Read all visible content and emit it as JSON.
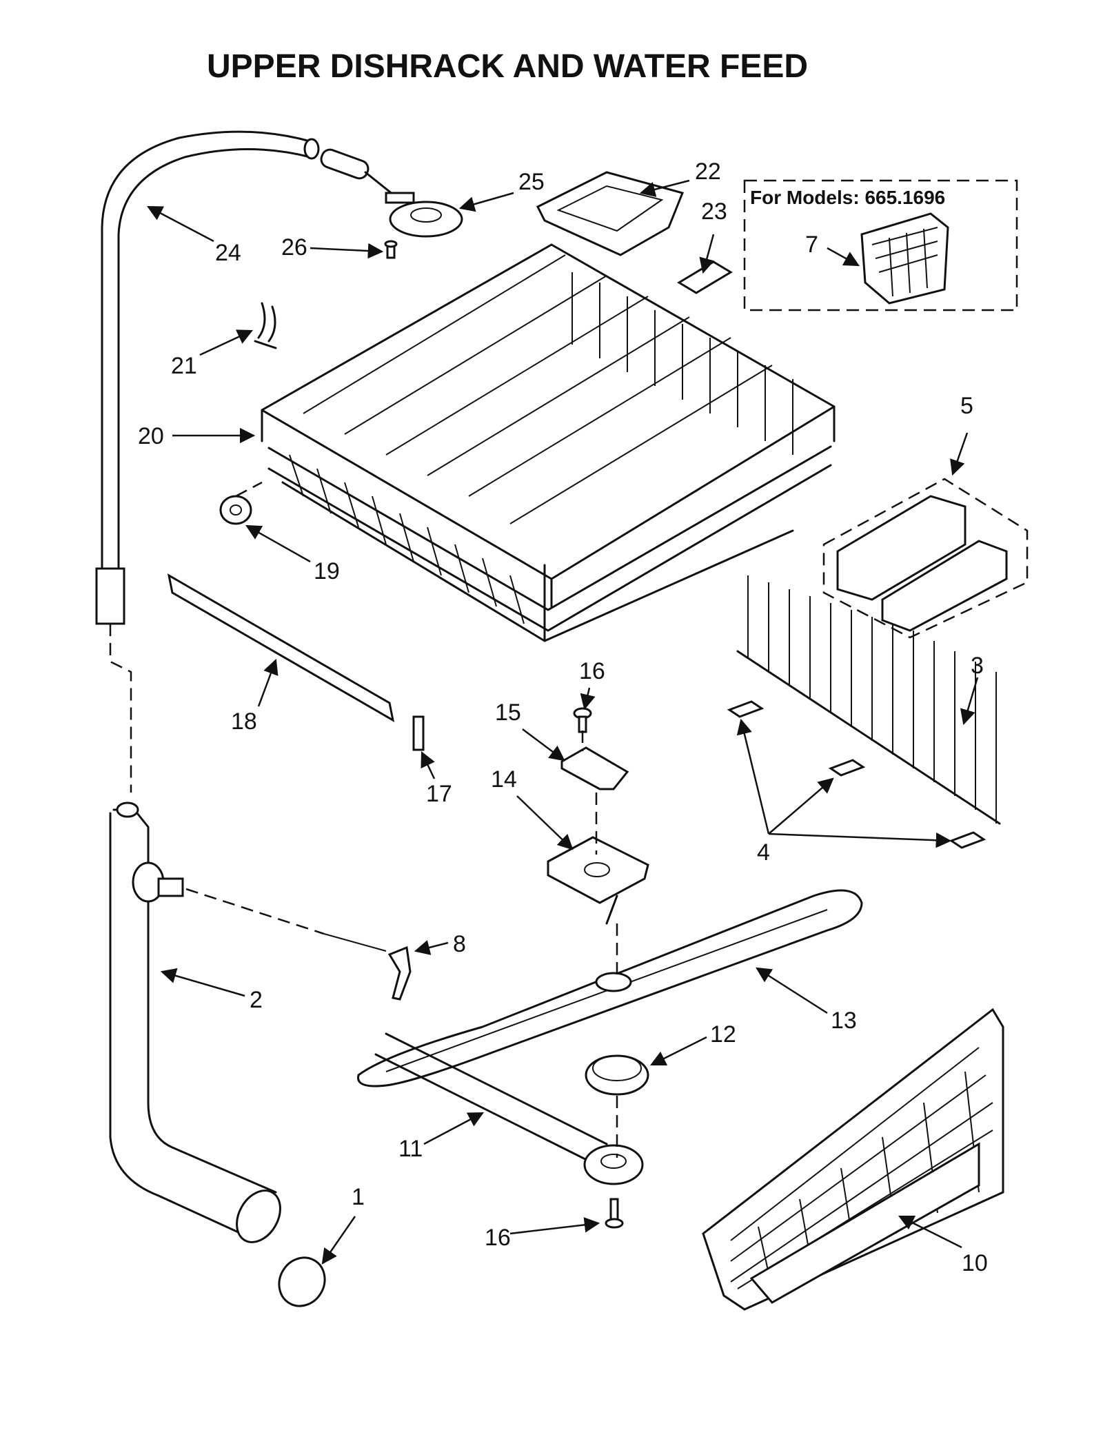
{
  "title": "UPPER DISHRACK AND WATER FEED",
  "models_box": {
    "label": "For Models: 665.1696"
  },
  "callouts": [
    "1",
    "2",
    "3",
    "4",
    "5",
    "7",
    "8",
    "10",
    "11",
    "12",
    "13",
    "14",
    "15",
    "16",
    "16",
    "17",
    "18",
    "19",
    "20",
    "21",
    "22",
    "23",
    "24",
    "25",
    "26"
  ]
}
